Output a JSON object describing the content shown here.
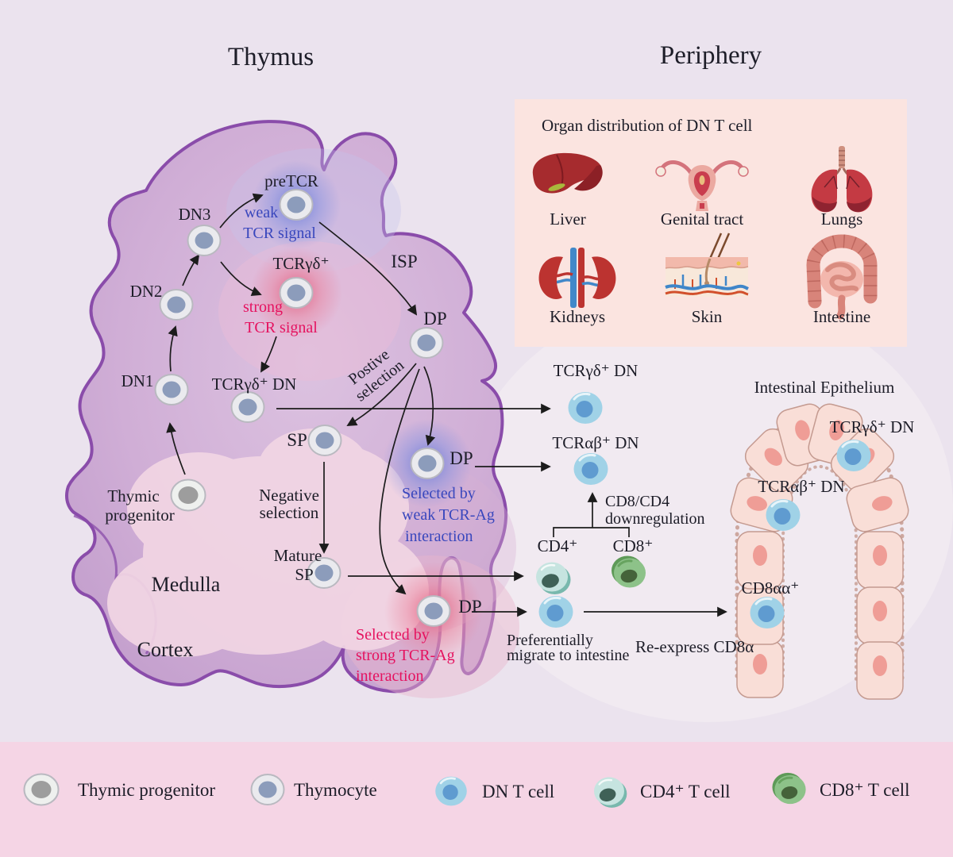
{
  "titles": {
    "left": "Thymus",
    "right": "Periphery"
  },
  "thymus": {
    "stages": {
      "pretcr": "preTCR",
      "dn3": "DN3",
      "dn2": "DN2",
      "dn1": "DN1",
      "tcrgd": "TCRγδ⁺",
      "tcrgd_dn": "TCRγδ⁺ DN",
      "isp": "ISP",
      "dp": "DP",
      "sp": "SP",
      "mature_l1": "Mature",
      "mature_l2": "SP",
      "progenitor_l1": "Thymic",
      "progenitor_l2": "progenitor",
      "medulla": "Medulla",
      "cortex": "Cortex"
    },
    "signals": {
      "weak_l1": "weak",
      "weak_l2": "TCR signal",
      "strong_l1": "strong",
      "strong_l2": "TCR signal"
    },
    "selection": {
      "positive_l1": "Postive",
      "positive_l2": "selection",
      "negative_l1": "Negative",
      "negative_l2": "selection"
    },
    "weak_selected": {
      "l1": "Selected by",
      "l2": "weak TCR-Ag",
      "l3": "interaction"
    },
    "strong_selected": {
      "l1": "Selected by",
      "l2": "strong TCR-Ag",
      "l3": "interaction"
    }
  },
  "organ_box": {
    "title": "Organ distribution of DN T cell",
    "organs": [
      "Liver",
      "Genital tract",
      "Lungs",
      "Kidneys",
      "Skin",
      "Intestine"
    ]
  },
  "periphery": {
    "tcrgd_dn": "TCRγδ⁺ DN",
    "tcrab_dn": "TCRαβ⁺ DN",
    "downreg_l1": "CD8/CD4",
    "downreg_l2": "downregulation",
    "cd4": "CD4⁺",
    "cd8": "CD8⁺",
    "migrate_l1": "Preferentially",
    "migrate_l2": "migrate to intestine",
    "reexpress": "Re-express CD8α"
  },
  "epithelium": {
    "title": "Intestinal Epithelium",
    "tcrgd_dn": "TCRγδ⁺ DN",
    "tcrab_dn": "TCRαβ⁺ DN",
    "cd8aa": "CD8αα⁺"
  },
  "legend": [
    {
      "label": "Thymic progenitor"
    },
    {
      "label": "Thymocyte"
    },
    {
      "label": "DN T cell"
    },
    {
      "label": "CD4⁺ T cell"
    },
    {
      "label": "CD8⁺ T cell"
    }
  ],
  "colors": {
    "background": "#ebe3ee",
    "legend_band": "#f5d5e5",
    "organ_box": "#fbe4e0",
    "thymus_fill": "#cdabd5",
    "thymus_outline": "#8a4caa",
    "medulla": "#f2d6e4",
    "weak_signal_text": "#3947bd",
    "strong_signal_text": "#e5125f",
    "dn_cell": "#a0d2e7",
    "cd4_cell": "#c6e4e0",
    "cd8_cell": "#8dc289",
    "thymocyte_nucleus": "#8c9cbb",
    "progenitor_nucleus": "#9d9d9d"
  }
}
